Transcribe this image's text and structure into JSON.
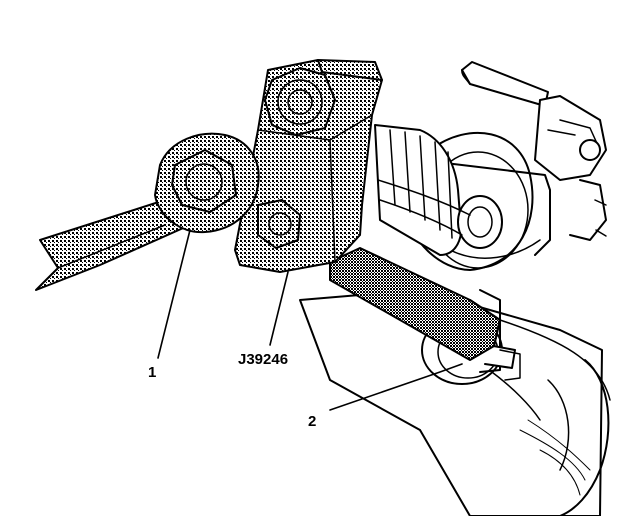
{
  "callouts": {
    "item_1": "1",
    "tool": "J39246",
    "item_2": "2"
  },
  "colors": {
    "ink": "#000000",
    "paper": "#ffffff"
  }
}
